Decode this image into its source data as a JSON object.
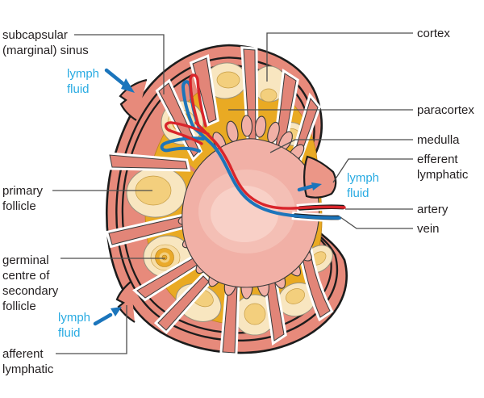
{
  "diagram_title": "lymph node cross-section diagram",
  "labels": {
    "subcapsular_sinus": "subcapsular\n(marginal) sinus",
    "lymph_fluid": "lymph\nfluid",
    "primary_follicle": "primary\nfollicle",
    "germinal_centre": "germinal\ncentre of\nsecondary\nfollicle",
    "afferent_lymphatic": "afferent\nlymphatic",
    "cortex": "cortex",
    "paracortex": "paracortex",
    "medulla": "medulla",
    "efferent_lymphatic": "efferent\nlymphatic",
    "artery": "artery",
    "vein": "vein"
  },
  "colors": {
    "capsule": "#E78A7B",
    "sinus": "#FFFFFF",
    "cortex": "#F8E6C0",
    "follicle_inner": "#F3CF7D",
    "germinal_ring": "#EAAA2B",
    "paracortex": "#E9AA23",
    "medulla": "#F1B0A6",
    "artery": "#D9252B",
    "vein": "#1C75BB",
    "lymph_text": "#29ABE2",
    "arrow": "#1B75BC",
    "label_text": "#231F20",
    "leader_line": "#4D4D4D"
  }
}
